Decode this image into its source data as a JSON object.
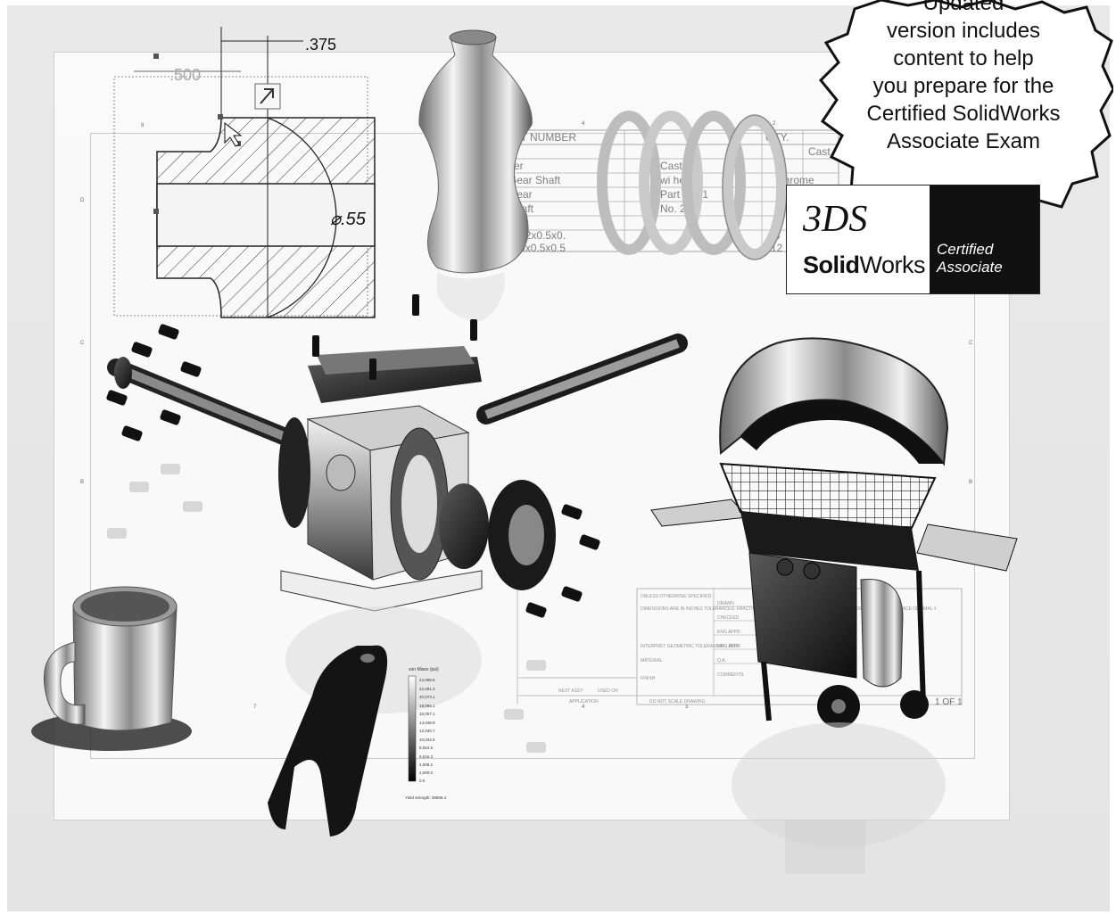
{
  "badge": {
    "lines": [
      "Updated",
      "version includes",
      "content to help",
      "you prepare for the",
      "Certified SolidWorks",
      "Associate Exam"
    ]
  },
  "certification_logo": {
    "ds_mark": "3DS",
    "brand_bold": "Solid",
    "brand_regular": "Works",
    "label_line1": "Certified",
    "label_line2": "Associate"
  },
  "drawing": {
    "dim_top": ".375",
    "dim_left": ".500",
    "dim_diameter": "⌀.55",
    "zone_columns": [
      "8",
      "7",
      "4",
      "2",
      "4",
      "3"
    ],
    "zone_rows": [
      "D",
      "C",
      "B"
    ],
    "bom_header": [
      "PART NUMBER",
      "QTY."
    ],
    "bom_rows": [
      {
        "part": "ver",
        "desc": "Cast",
        "qty": ""
      },
      {
        "part": "Gear Shaft",
        "desc": "wi hex",
        "qty": ""
      },
      {
        "part": "Gear",
        "desc": "Part No. 1",
        "qty": ""
      },
      {
        "part": "Shaft",
        "desc": "No. 234",
        "qty": "1"
      },
      {
        "part": "ver",
        "desc": "",
        "qty": "1"
      },
      {
        "part": "0.138-32x0.5x0.",
        "desc": "",
        "qty": "4"
      },
      {
        "part": "0.25-20x0.5x0.5",
        "desc": "",
        "qty": "12"
      }
    ],
    "bom_side": [
      "Cast",
      "Chrome"
    ],
    "title_block": {
      "note": "UNLESS OTHERWISE SPECIFIED:",
      "dims": "DIMENSIONS ARE IN INCHES TOLERANCES: FRACTIONAL ± ANGULAR: MACH ± BEND ± TWO PLACE DECIMAL ± THREE PLACE DECIMAL ±",
      "interpret": "INTERPRET GEOMETRIC TOLERANCING PER:",
      "material": "MATERIAL",
      "finish": "FINISH",
      "labels": [
        "DRAWN",
        "CHECKED",
        "ENG APPR.",
        "MFG APPR.",
        "Q.A.",
        "COMMENTS:"
      ],
      "next_assy": "NEXT ASSY",
      "used_on": "USED ON",
      "application": "APPLICATION",
      "no_scale": "DO NOT SCALE DRAWING",
      "sheet": "1 OF 1"
    }
  },
  "fea_legend": {
    "title": "von Mises (psi)",
    "values": [
      "24,089.6",
      "22,081.3",
      "20,073.1",
      "18,065.1",
      "16,057.1",
      "14,048.9",
      "12,040.7",
      "10,032.6",
      "8,024.5",
      "6,016.3",
      "4,008.2",
      "2,000.0",
      "0.0"
    ],
    "yield": "Yield strength: 39885.4"
  },
  "colors": {
    "background": "#e6e6e6",
    "ink": "#111111",
    "line": "#9a9a9a"
  }
}
